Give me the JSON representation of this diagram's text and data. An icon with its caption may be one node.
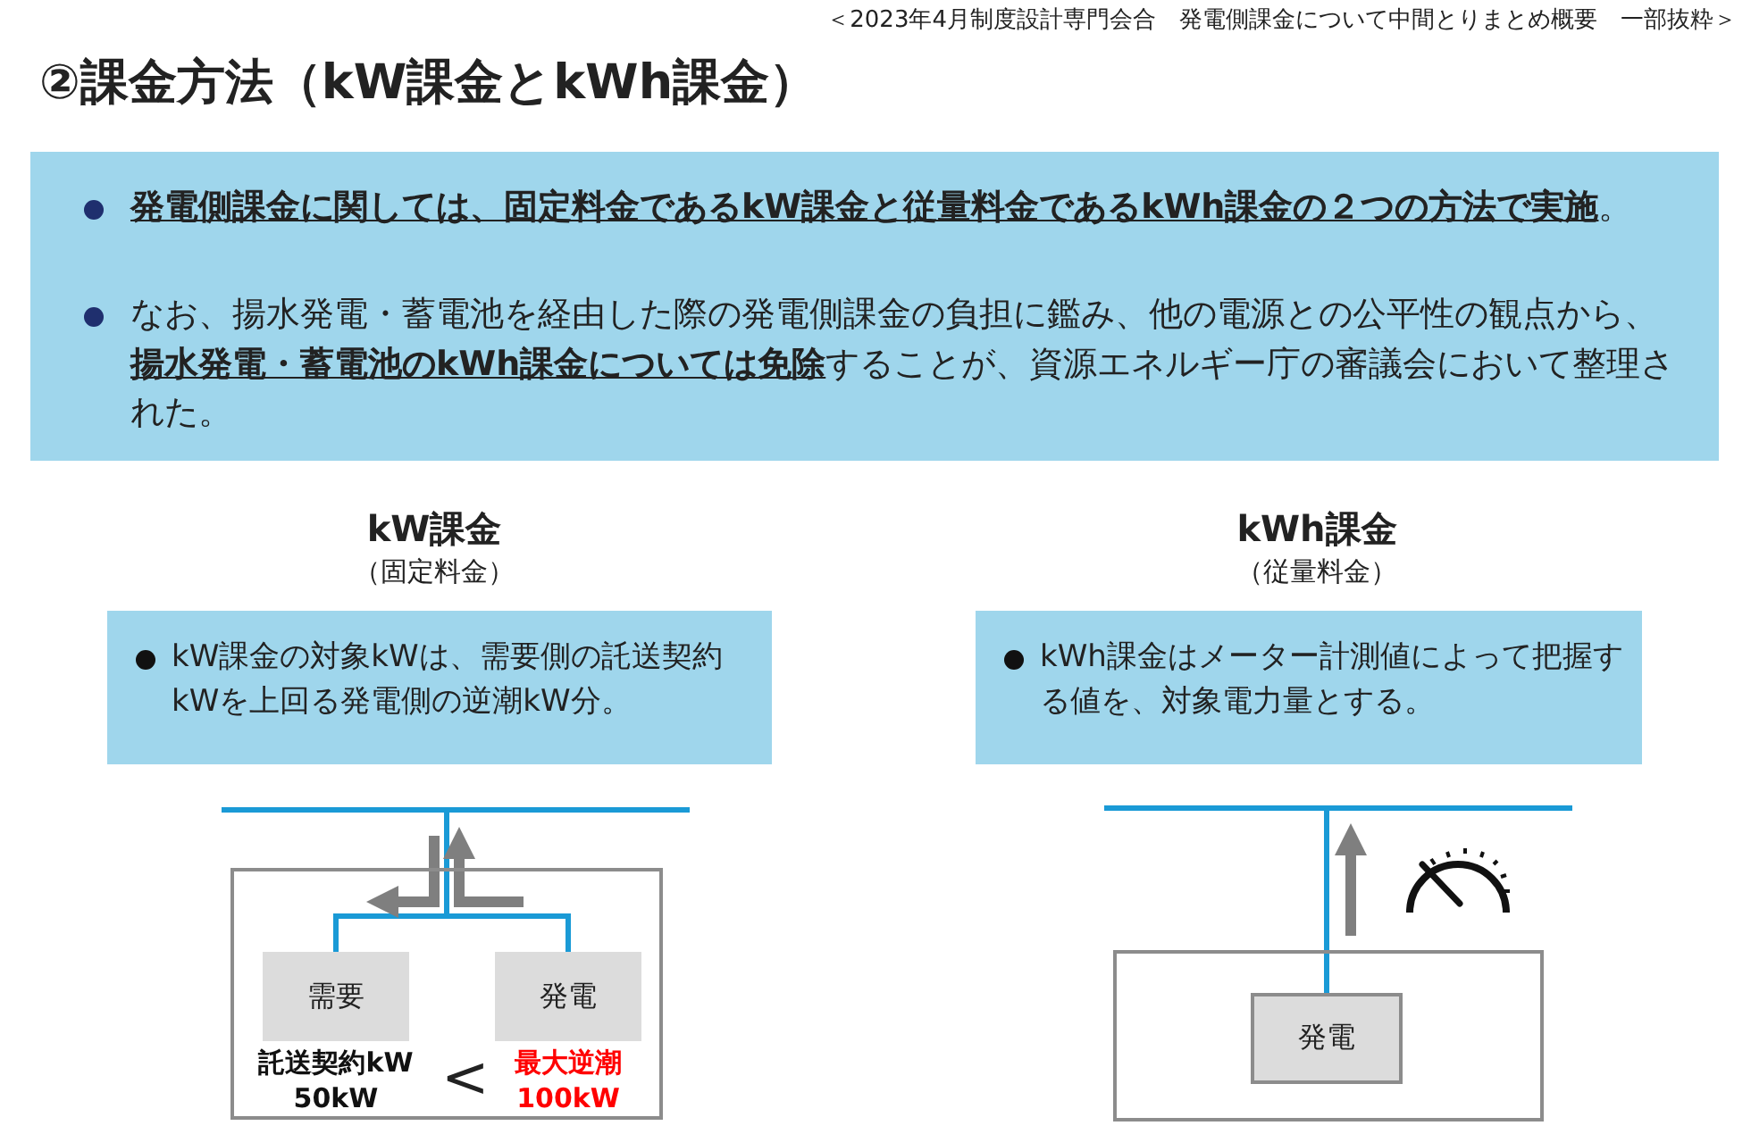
{
  "diagram": {
    "title": "②課金方法（kW課金とkWh課金）",
    "nodes": [
      {
        "text": [
          "**発電側課金に関しては、固定料金であるkW課金と従量料金であるkWh課金の２つの方法で実施**。",
          "なお、揚水発電・蓄電池を経由した際の発電側課金の負担に鑑み、他の電源との公平性の観点から、**揚水発電・蓄電池のkWh課金については免除**することが、資源エネルギー庁の審議会において整理された。"
        ]
      },
      {
        "text": [
          "kW課金の対象kWは、需要側の託送契約kWを上回る発電側の逆潮kW分。"
        ]
      },
      {
        "text": [
          "kWh課金はメーター計測値によって把握する値を、対象電力量とする。"
        ]
      },
      {
        "text": [],
        "shape": "bar"
      },
      {
        "text": [],
        "shape": "box"
      },
      {
        "text": [
          "需要"
        ],
        "in": 4,
        "beside": [
          "託送契約kW 50kW"
        ]
      },
      {
        "text": [
          "発電"
        ],
        "in": 4,
        "beside": [
          "最大逆潮 100kW"
        ]
      },
      {
        "text": [],
        "shape": "bar"
      },
      {
        "text": [],
        "shape": "box"
      },
      {
        "text": [
          "発電"
        ],
        "in": 8
      }
    ],
    "edges": [
      {
        "from": 3,
        "to": 5,
        "arrow": "none"
      },
      {
        "from": 3,
        "to": 6,
        "arrow": "none"
      },
      {
        "from": 7,
        "to": 9,
        "arrow": "none"
      }
    ],
    "labels": [
      "＜2023年4月制度設計専門会合　発電側課金について中間とりまとめ概要　一部抜粋＞",
      "kW課金",
      "（固定料金）",
      "kWh課金",
      "（従量料金）",
      "<"
    ]
  }
}
